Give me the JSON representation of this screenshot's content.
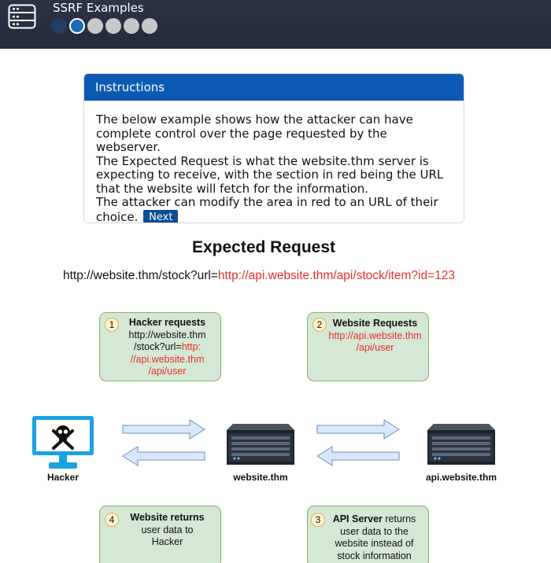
{
  "header": {
    "title": "SSRF Examples",
    "app_icon": "server-rack-icon",
    "steps": [
      {
        "state": "done"
      },
      {
        "state": "active"
      },
      {
        "state": "pending"
      },
      {
        "state": "pending"
      },
      {
        "state": "pending"
      },
      {
        "state": "pending"
      }
    ]
  },
  "instructions": {
    "heading": "Instructions",
    "line1": "The below example shows how the attacker can have complete control over the page requested by the webserver.",
    "line2": "The Expected Request is what the website.thm server is expecting to receive, with the section in red being the URL that the website will fetch for the information.",
    "line3": "The attacker can modify the area in red to an URL of their choice.",
    "next_label": "Next"
  },
  "diagram": {
    "title": "Expected Request",
    "url_prefix": "http://website.thm/stock?url=",
    "url_param": "http://api.website.thm/api/stock/item?id=123",
    "step1": {
      "num": "1",
      "title": "Hacker requests",
      "l1": "http://website.thm",
      "l2a": "/stock?url=",
      "l2b": "http:",
      "l3": "//api.website.thm",
      "l4": "/api/user"
    },
    "step2": {
      "num": "2",
      "title": "Website Requests",
      "l1": "http://api.website.thm",
      "l2": "/api/user"
    },
    "step3": {
      "num": "3",
      "title": "API Server",
      "t2": " returns",
      "l1": "user data to the",
      "l2": "website instead of",
      "l3": "stock information"
    },
    "step4": {
      "num": "4",
      "title": "Website returns",
      "l1": "user data to",
      "l2": "Hacker"
    },
    "hacker_label": "Hacker",
    "website_label": "website.thm",
    "api_label": "api.website.thm",
    "colors": {
      "accent": "#0d5ab5",
      "url_red": "#e6312b",
      "bubble_fill": "#d5e8d4",
      "bubble_border": "#82b366",
      "monitor_blue": "#1ba1e2"
    }
  }
}
